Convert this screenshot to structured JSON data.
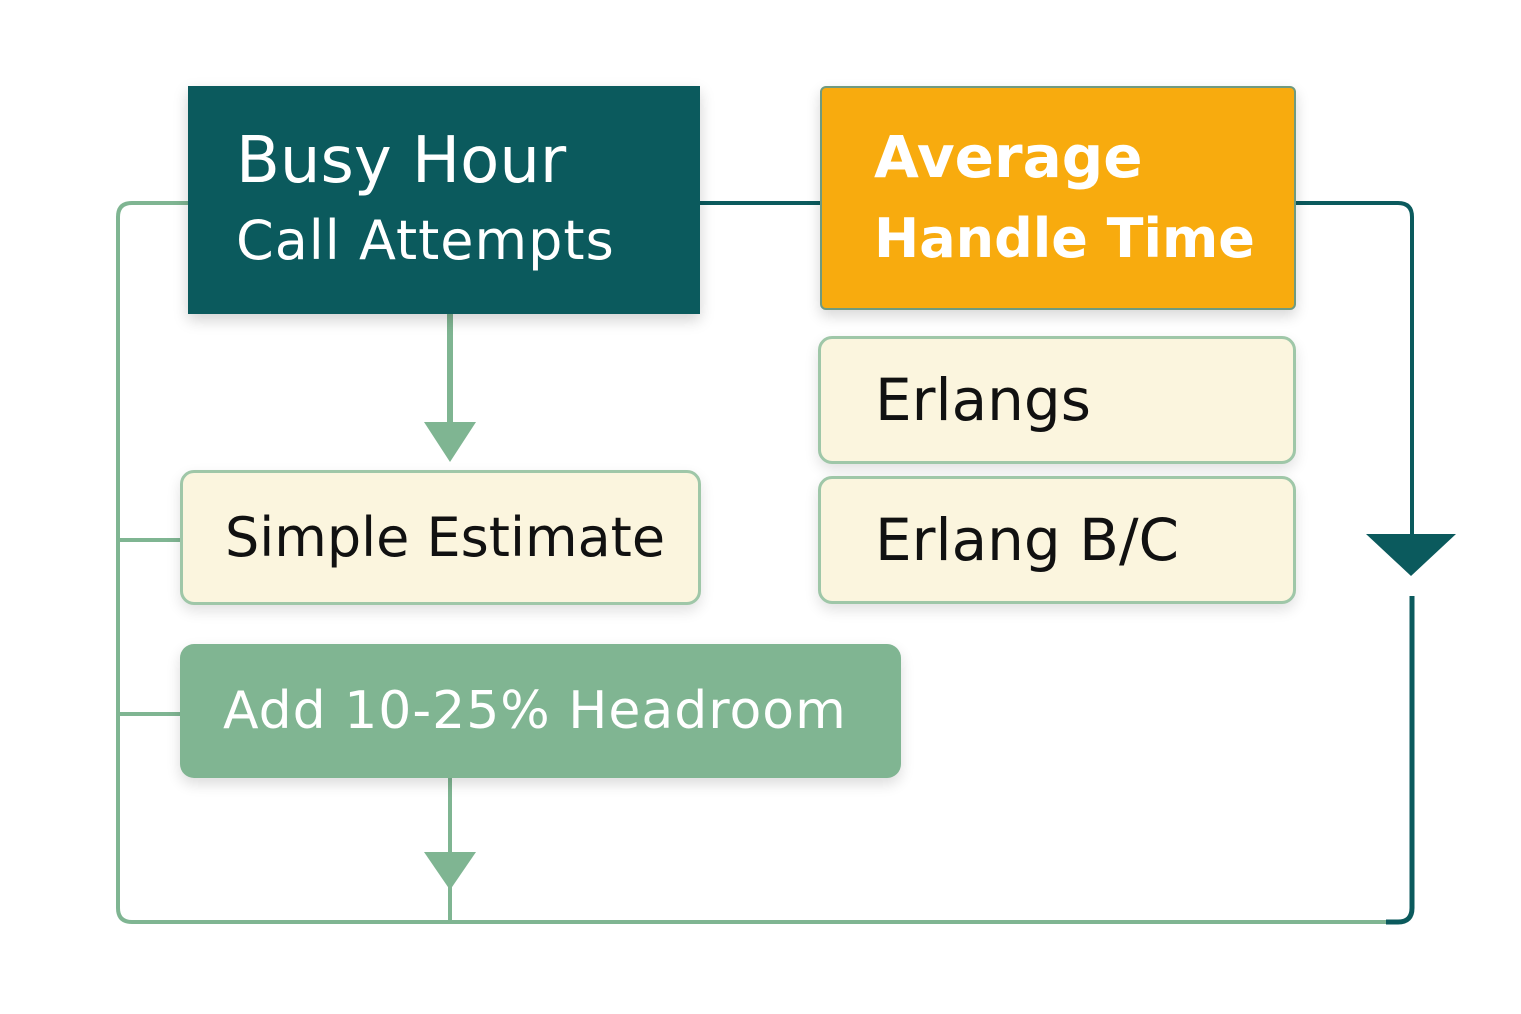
{
  "nodes": {
    "busy_hour": {
      "line1": "Busy Hour",
      "line2": "Call Attempts"
    },
    "average_handle_time": {
      "line1": "Average",
      "line2": "Handle Time"
    },
    "erlangs": "Erlangs",
    "erlang_bc": "Erlang B/C",
    "simple_estimate": "Simple Estimate",
    "headroom": "Add 10-25% Headroom"
  },
  "colors": {
    "dark_teal": "#0b5a5d",
    "amber": "#f8ab0e",
    "cream": "#fbf5de",
    "sage": "#80b592",
    "connector_light": "#7fb592",
    "connector_dark": "#0b5a5d"
  }
}
